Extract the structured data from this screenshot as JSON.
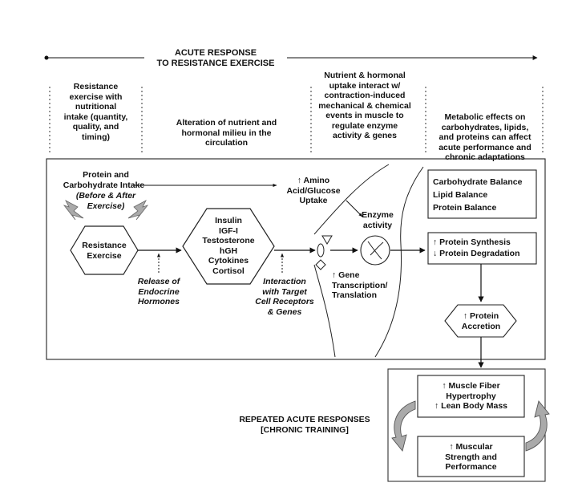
{
  "header": {
    "title": "ACUTE RESPONSE\nTO RESISTANCE EXERCISE"
  },
  "columns": [
    {
      "text": "Resistance\nexercise with\nnutritional\nintake (quantity,\nquality, and\ntiming)"
    },
    {
      "text": "Alteration of nutrient and\nhormonal milieu in the\ncirculation"
    },
    {
      "text": "Nutrient & hormonal\nuptake interact w/\ncontraction-induced\nmechanical & chemical\nevents in muscle to\nregulate enzyme\nactivity & genes"
    },
    {
      "text": "Metabolic effects on\ncarbohydrates, lipids,\nand proteins can affect\nacute performance and\nchronic adaptations"
    }
  ],
  "nodes": {
    "intake_line1": "Protein and",
    "intake_line2": "Carbohydrate Intake",
    "intake_line3": "(Before & After\nExercise)",
    "exercise": "Resistance\nExercise",
    "hormones": "Insulin\nIGF-I\nTestosterone\nhGH\nCytokines\nCortisol",
    "release": "Release of\nEndocrine\nHormones",
    "interaction": "Interaction\nwith Target\nCell Receptors\n& Genes",
    "uptake": "↑ Amino\nAcid/Glucose\nUptake",
    "enzyme": "Enzyme\nactivity",
    "gene": "↑ Gene\nTranscription/\nTranslation",
    "balance": "Carbohydrate Balance\nLipid Balance\nProtein Balance",
    "synthesis": "↑ Protein Synthesis\n↓ Protein Degradation",
    "accretion": "↑ Protein\nAccretion",
    "hypertrophy": "↑ Muscle Fiber\nHypertrophy\n↑ Lean Body Mass",
    "strength": "↑ Muscular\nStrength and\nPerformance",
    "repeated": "REPEATED ACUTE RESPONSES\n[CHRONIC TRAINING]"
  }
}
